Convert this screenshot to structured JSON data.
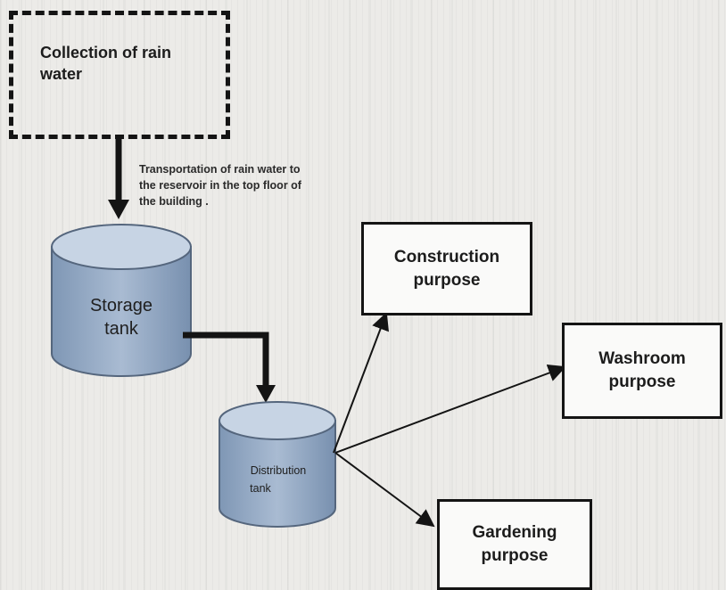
{
  "collection": {
    "label": "Collection of rain water"
  },
  "transport_note": {
    "line1": "Transportation of rain water to",
    "line2": "the reservoir in the top floor of",
    "line3": "the building ."
  },
  "storage_tank": {
    "line1": "Storage",
    "line2": "tank"
  },
  "distribution_tank": {
    "line1": "Distribution",
    "line2": "tank"
  },
  "construction": {
    "line1": "Construction",
    "line2": "purpose"
  },
  "washroom": {
    "line1": "Washroom",
    "line2": "purpose"
  },
  "gardening": {
    "line1": "Gardening",
    "line2": "purpose"
  }
}
